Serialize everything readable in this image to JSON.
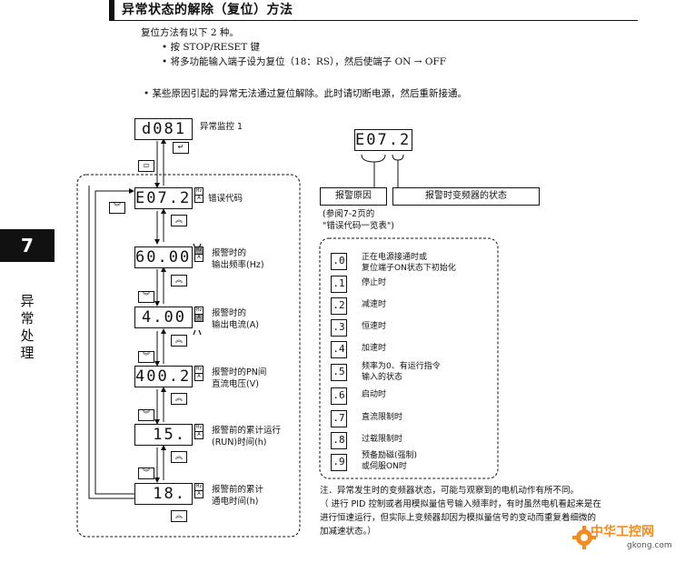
{
  "header": {
    "title": "异常状态的解除（复位）方法"
  },
  "intro": {
    "line1": "复位方法有以下 2 种。",
    "bullet1": "• 按 STOP/RESET 键",
    "bullet2": "• 将多功能输入端子设为复位（18：RS），然后使端子 ON → OFF",
    "bullet3": "• 某些原因引起的异常无法通过复位解除。此时请切断电源，然后重新接通。"
  },
  "chapter": {
    "number": "7",
    "v1": "异",
    "v2": "常",
    "v3": "处",
    "v4": "理"
  },
  "monitor": {
    "display": "d081",
    "label": "异常监控 1"
  },
  "panel": {
    "hz": "Hz",
    "a": "A",
    "items": [
      {
        "display": "E07.2",
        "label1": "错误代码",
        "label2": ""
      },
      {
        "display": "60.00",
        "label1": "报警时的",
        "label2": "输出频率(Hz)"
      },
      {
        "display": "4.00",
        "label1": "报警时的",
        "label2": "输出电流(A)"
      },
      {
        "display": "400.2",
        "label1": "报警时的PN间",
        "label2": "直流电压(V)"
      },
      {
        "display": "15.",
        "label1": "报警前的累计运行",
        "label2": "(RUN)时间(h)"
      },
      {
        "display": "18.",
        "label1": "报警前的累计",
        "label2": "通电时间(h)"
      }
    ]
  },
  "legend": {
    "display": "E07.2",
    "cause_box": "报警原因",
    "state_box": "报警时变频器的状态",
    "ref1": "(参阅7-2页的",
    "ref2": "\"错误代码一览表\")"
  },
  "states": [
    {
      "code": ".0",
      "text1": "正在电源接通时或",
      "text2": "复位端子ON状态下初始化"
    },
    {
      "code": ".1",
      "text1": "停止时",
      "text2": ""
    },
    {
      "code": ".2",
      "text1": "减速时",
      "text2": ""
    },
    {
      "code": ".3",
      "text1": "恒速时",
      "text2": ""
    },
    {
      "code": ".4",
      "text1": "加速时",
      "text2": ""
    },
    {
      "code": ".5",
      "text1": "频率为0、有运行指令",
      "text2": "输入的状态"
    },
    {
      "code": ".6",
      "text1": "启动时",
      "text2": ""
    },
    {
      "code": ".7",
      "text1": "直流限制时",
      "text2": ""
    },
    {
      "code": ".8",
      "text1": "过载限制时",
      "text2": ""
    },
    {
      "code": ".9",
      "text1": "预备励磁(强制)",
      "text2": "或伺服ON时"
    }
  ],
  "note": {
    "line1": "注．异常发生时的变频器状态，可能与观察到的电机动作有所不同。",
    "line2": "（ 进行 PID 控制或者用模拟量信号输入频率时，有时虽然电机看起来是在",
    "line3": "进行恒速运行，但实际上变频器却因为模拟量信号的变动而重复着细微的",
    "line4": "加减速状态。）"
  },
  "watermark": {
    "cn": "中华工控网",
    "url": "gkong.com"
  }
}
